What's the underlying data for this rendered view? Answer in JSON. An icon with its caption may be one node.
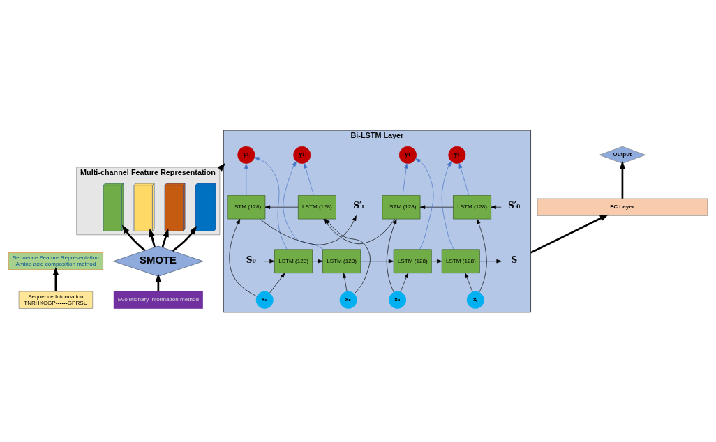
{
  "diagram": {
    "nodes": [
      {
        "text": [
          "Sequence Information",
          "TNRHKCGP••••••GPRSU"
        ]
      },
      {
        "text": [
          "Sequence Feature Representation",
          "Amino acid composition method"
        ]
      },
      {
        "text": [
          "Evolutionary information method"
        ]
      },
      {
        "text": [
          "SMOTE"
        ]
      },
      {
        "text": [
          "Multi-channel Feature Representation"
        ]
      },
      {
        "text": [],
        "shape": "bar",
        "in": 4
      },
      {
        "text": [],
        "shape": "bar",
        "in": 4
      },
      {
        "text": [],
        "shape": "bar",
        "in": 4
      },
      {
        "text": [],
        "shape": "bar",
        "in": 4
      },
      {
        "text": [
          "Bi-LSTM Layer"
        ]
      },
      {
        "text": [
          "y₁"
        ],
        "in": 9
      },
      {
        "text": [
          "y₁"
        ],
        "in": 9
      },
      {
        "text": [
          "y₁"
        ],
        "in": 9
      },
      {
        "text": [
          "y₁"
        ],
        "in": 9
      },
      {
        "text": [
          "LSTM (128)"
        ],
        "in": 9
      },
      {
        "text": [
          "LSTM (128)"
        ],
        "in": 9
      },
      {
        "text": [
          "LSTM (128)"
        ],
        "in": 9
      },
      {
        "text": [
          "LSTM (128)"
        ],
        "in": 9
      },
      {
        "text": [
          "LSTM (128)"
        ],
        "in": 9
      },
      {
        "text": [
          "LSTM (128)"
        ],
        "in": 9
      },
      {
        "text": [
          "LSTM (128)"
        ],
        "in": 9
      },
      {
        "text": [
          "LSTM (128)"
        ],
        "in": 9
      },
      {
        "text": [
          "x₁"
        ],
        "in": 9
      },
      {
        "text": [
          "x₂"
        ],
        "in": 9
      },
      {
        "text": [
          "x₃"
        ],
        "in": 9
      },
      {
        "text": [
          "xₜ"
        ],
        "in": 9
      },
      {
        "text": [
          "S′ₜ"
        ],
        "in": 9
      },
      {
        "text": [
          "S₀"
        ],
        "in": 9
      },
      {
        "text": [
          "S′₀"
        ],
        "in": 9
      },
      {
        "text": [
          "S"
        ],
        "in": 9
      },
      {
        "text": [
          "FC Layer"
        ]
      },
      {
        "text": [
          "Output"
        ]
      }
    ],
    "edges": [
      {
        "from": 0,
        "to": 1,
        "arrow": "to",
        "style": "thick"
      },
      {
        "from": 2,
        "to": 3,
        "arrow": "to",
        "style": "thick"
      },
      {
        "from": 3,
        "to": 5,
        "arrow": "to",
        "style": "thick"
      },
      {
        "from": 3,
        "to": 6,
        "arrow": "to",
        "style": "thick"
      },
      {
        "from": 3,
        "to": 7,
        "arrow": "to",
        "style": "thick"
      },
      {
        "from": 3,
        "to": 8,
        "arrow": "to",
        "style": "thick"
      },
      {
        "from": 4,
        "to": 9,
        "arrow": "to",
        "style": "thick"
      },
      {
        "from": 9,
        "to": 30,
        "arrow": "to",
        "style": "thick"
      },
      {
        "from": 30,
        "to": 31,
        "arrow": "to",
        "style": "thick"
      },
      {
        "from": 28,
        "to": 17,
        "arrow": "to"
      },
      {
        "from": 17,
        "to": 16,
        "arrow": "to"
      },
      {
        "from": 16,
        "to": 15,
        "arrow": "to"
      },
      {
        "from": 15,
        "to": 14,
        "arrow": "to"
      },
      {
        "from": 14,
        "to": 26,
        "arrow": "to"
      },
      {
        "from": 27,
        "to": 18,
        "arrow": "to"
      },
      {
        "from": 18,
        "to": 19,
        "arrow": "to"
      },
      {
        "from": 19,
        "to": 20,
        "arrow": "to"
      },
      {
        "from": 20,
        "to": 21,
        "arrow": "to"
      },
      {
        "from": 21,
        "to": 29,
        "arrow": "to"
      },
      {
        "from": 22,
        "to": 14,
        "arrow": "to"
      },
      {
        "from": 22,
        "to": 18,
        "arrow": "to"
      },
      {
        "from": 23,
        "to": 15,
        "arrow": "to"
      },
      {
        "from": 23,
        "to": 19,
        "arrow": "to"
      },
      {
        "from": 24,
        "to": 16,
        "arrow": "to"
      },
      {
        "from": 24,
        "to": 20,
        "arrow": "to"
      },
      {
        "from": 25,
        "to": 17,
        "arrow": "to"
      },
      {
        "from": 25,
        "to": 21,
        "arrow": "to"
      },
      {
        "from": 14,
        "to": 10,
        "arrow": "to",
        "color": "#4472c4"
      },
      {
        "from": 18,
        "to": 10,
        "arrow": "to",
        "color": "#4472c4"
      },
      {
        "from": 15,
        "to": 11,
        "arrow": "to",
        "color": "#4472c4"
      },
      {
        "from": 19,
        "to": 11,
        "arrow": "to",
        "color": "#4472c4"
      },
      {
        "from": 16,
        "to": 12,
        "arrow": "to",
        "color": "#4472c4"
      },
      {
        "from": 20,
        "to": 12,
        "arrow": "to",
        "color": "#4472c4"
      },
      {
        "from": 17,
        "to": 13,
        "arrow": "to",
        "color": "#4472c4"
      },
      {
        "from": 21,
        "to": 13,
        "arrow": "to",
        "color": "#4472c4"
      }
    ]
  }
}
